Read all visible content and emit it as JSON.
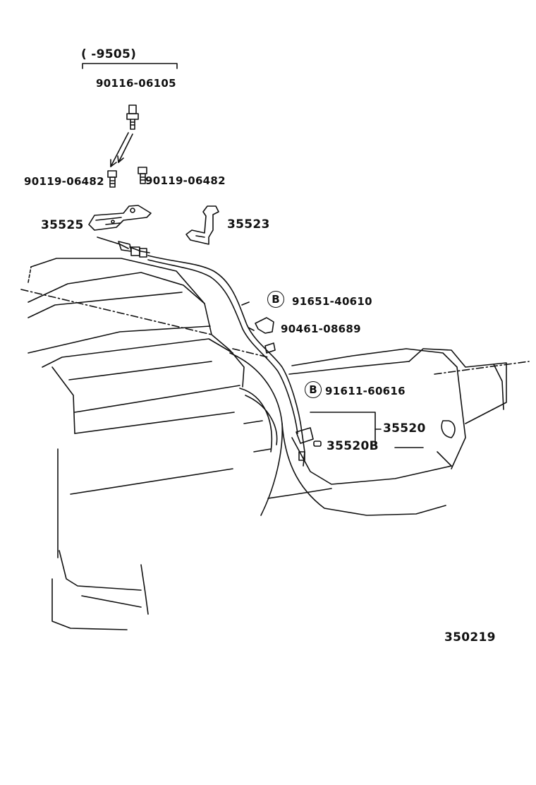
{
  "range_label": "(      -9505)",
  "parts": {
    "bolt_top": "90116-06105",
    "bolt_left": "90119-06482",
    "bolt_right": "90119-06482",
    "bracket_left": "35525",
    "bracket_right": "35523",
    "clip_b1": "91651-40610",
    "clip": "90461-08689",
    "clip_b2": "91611-60616",
    "cable": "35520",
    "cable_b": "35520B"
  },
  "callout_symbol": "B",
  "figure_code": "350219"
}
